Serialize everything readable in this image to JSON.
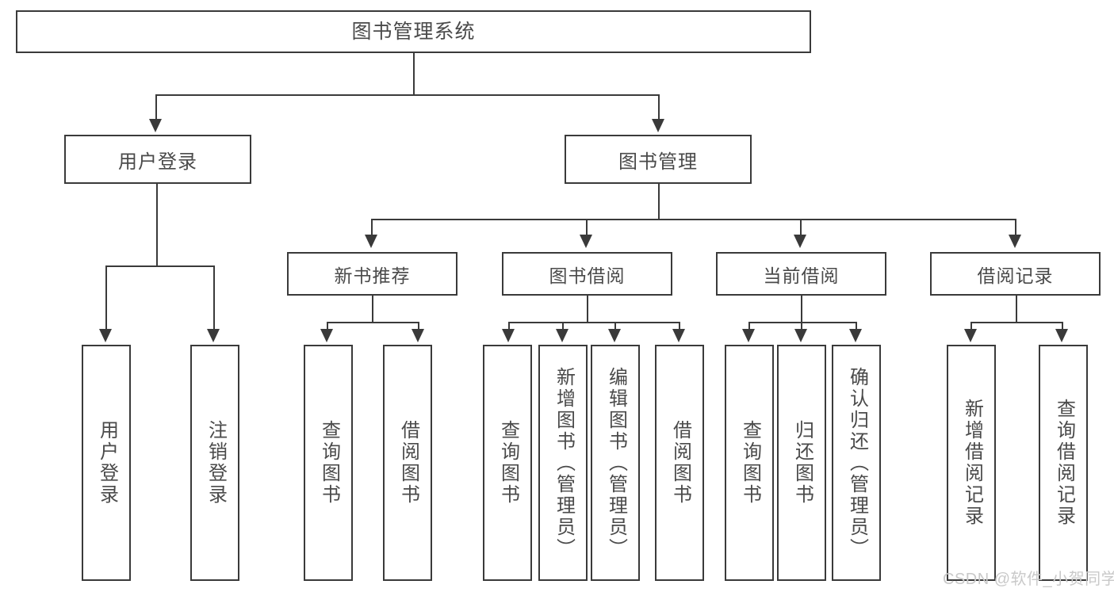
{
  "diagram": {
    "title": "图书管理系统",
    "root": {
      "id": "root",
      "label": "图书管理系统"
    },
    "level2": [
      {
        "id": "user-login",
        "label": "用户登录"
      },
      {
        "id": "book-management",
        "label": "图书管理"
      }
    ],
    "level3": [
      {
        "id": "new-book-recommend",
        "label": "新书推荐"
      },
      {
        "id": "book-borrow",
        "label": "图书借阅"
      },
      {
        "id": "current-borrow",
        "label": "当前借阅"
      },
      {
        "id": "borrow-record",
        "label": "借阅记录"
      }
    ],
    "leaves": {
      "user_login": [
        {
          "id": "leaf-user-login",
          "label": "用户登录"
        },
        {
          "id": "leaf-logout-login",
          "label": "注销登录"
        }
      ],
      "new_book_recommend": [
        {
          "id": "leaf-query-book-1",
          "label": "查询图书"
        },
        {
          "id": "leaf-borrow-book-1",
          "label": "借阅图书"
        }
      ],
      "book_borrow": [
        {
          "id": "leaf-query-book-2",
          "label": "查询图书"
        },
        {
          "id": "leaf-add-book",
          "label": "新增图书（管理员）"
        },
        {
          "id": "leaf-edit-book",
          "label": "编辑图书（管理员）"
        },
        {
          "id": "leaf-borrow-book-2",
          "label": "借阅图书"
        }
      ],
      "current_borrow": [
        {
          "id": "leaf-query-book-3",
          "label": "查询图书"
        },
        {
          "id": "leaf-return-book",
          "label": "归还图书"
        },
        {
          "id": "leaf-confirm-return",
          "label": "确认归还（管理员）"
        }
      ],
      "borrow_record": [
        {
          "id": "leaf-add-borrow-record",
          "label": "新增借阅记录"
        },
        {
          "id": "leaf-query-borrow-record",
          "label": "查询借阅记录"
        }
      ]
    }
  },
  "watermark": {
    "text": "CSDN @软件_小贺同学"
  },
  "colors": {
    "stroke": "#3a3a3a",
    "text": "#4a4a4a",
    "background": "#ffffff",
    "watermark": "#c9c9c9"
  }
}
